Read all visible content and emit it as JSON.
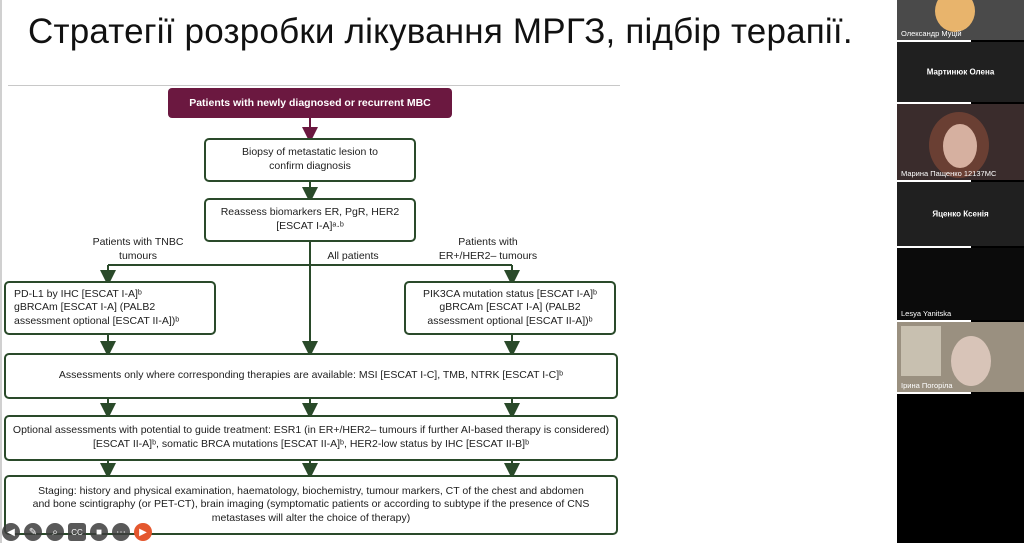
{
  "slide": {
    "title": "Стратегії розробки лікування МРГЗ, підбір терапії."
  },
  "flowchart": {
    "top_box": "Patients with newly diagnosed or recurrent MBC",
    "biopsy": [
      "Biopsy of metastatic lesion to",
      "confirm diagnosis"
    ],
    "reassess": [
      "Reassess biomarkers ER, PgR, HER2",
      "[ESCAT I-A]ᵃ·ᵇ"
    ],
    "label_tnbc": [
      "Patients with TNBC",
      "tumours"
    ],
    "label_all": "All patients",
    "label_er": [
      "Patients with",
      "ER+/HER2– tumours"
    ],
    "tnbc_box": [
      "PD-L1 by IHC [ESCAT I-A]ᵇ",
      "gBRCAm [ESCAT I-A] (PALB2",
      "assessment optional [ESCAT II-A])ᵇ"
    ],
    "er_box": [
      "PIK3CA mutation status [ESCAT I-A]ᵇ",
      "gBRCAm [ESCAT I-A] (PALB2",
      "assessment optional [ESCAT II-A])ᵇ"
    ],
    "assessments": "Assessments only where corresponding therapies are available: MSI [ESCAT I-C], TMB, NTRK [ESCAT I-C]ᵇ",
    "optional": [
      "Optional assessments with potential to guide treatment: ESR1 (in ER+/HER2– tumours if further AI-based therapy is considered)",
      "[ESCAT II-A]ᵇ, somatic BRCA mutations [ESCAT II-A]ᵇ, HER2-low status by IHC [ESCAT II-B]ᵇ"
    ],
    "staging": [
      "Staging: history and physical examination, haematology, biochemistry, tumour markers, CT of the chest and abdomen",
      "and bone scintigraphy (or PET-CT), brain imaging (symptomatic patients or according to subtype if the presence of CNS",
      "metastases will alter the choice of therapy)"
    ]
  },
  "participants": [
    {
      "name": "Олександр Муцій"
    },
    {
      "name": "Мартинюк Олена"
    },
    {
      "name": "Марина Пащенко 12137МС"
    },
    {
      "name": "Яценко Ксенія"
    },
    {
      "name": "Lesya Yanitska"
    },
    {
      "name": "Ірина Погоріла"
    }
  ],
  "toolbar": {
    "icons": [
      "back-icon",
      "pen-icon",
      "zoom-icon",
      "captions-icon",
      "camera-icon",
      "more-icon",
      "forward-icon"
    ]
  },
  "colors": {
    "accent": "#6b1840",
    "box_border": "#2a4a2a",
    "arrow": "#2a4a2a"
  }
}
